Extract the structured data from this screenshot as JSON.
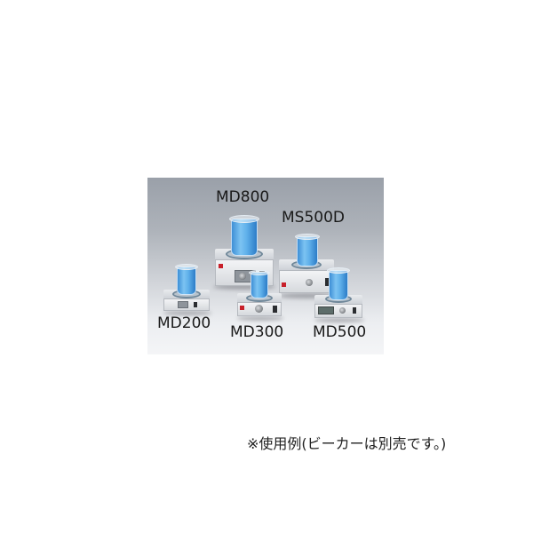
{
  "product_photo": {
    "alt": "Magnetic stirrer product lineup",
    "models": [
      {
        "name": "MD800"
      },
      {
        "name": "MS500D"
      },
      {
        "name": "MD200"
      },
      {
        "name": "MD300"
      },
      {
        "name": "MD500"
      }
    ],
    "colors": {
      "background_top": "#9aa0a9",
      "background_bottom": "#f4f5f7",
      "liquid_blue": "#4fa6e6",
      "logo_red": "#c8202a"
    }
  },
  "caption": {
    "text": "※使用例(ビーカーは別売です。)"
  }
}
